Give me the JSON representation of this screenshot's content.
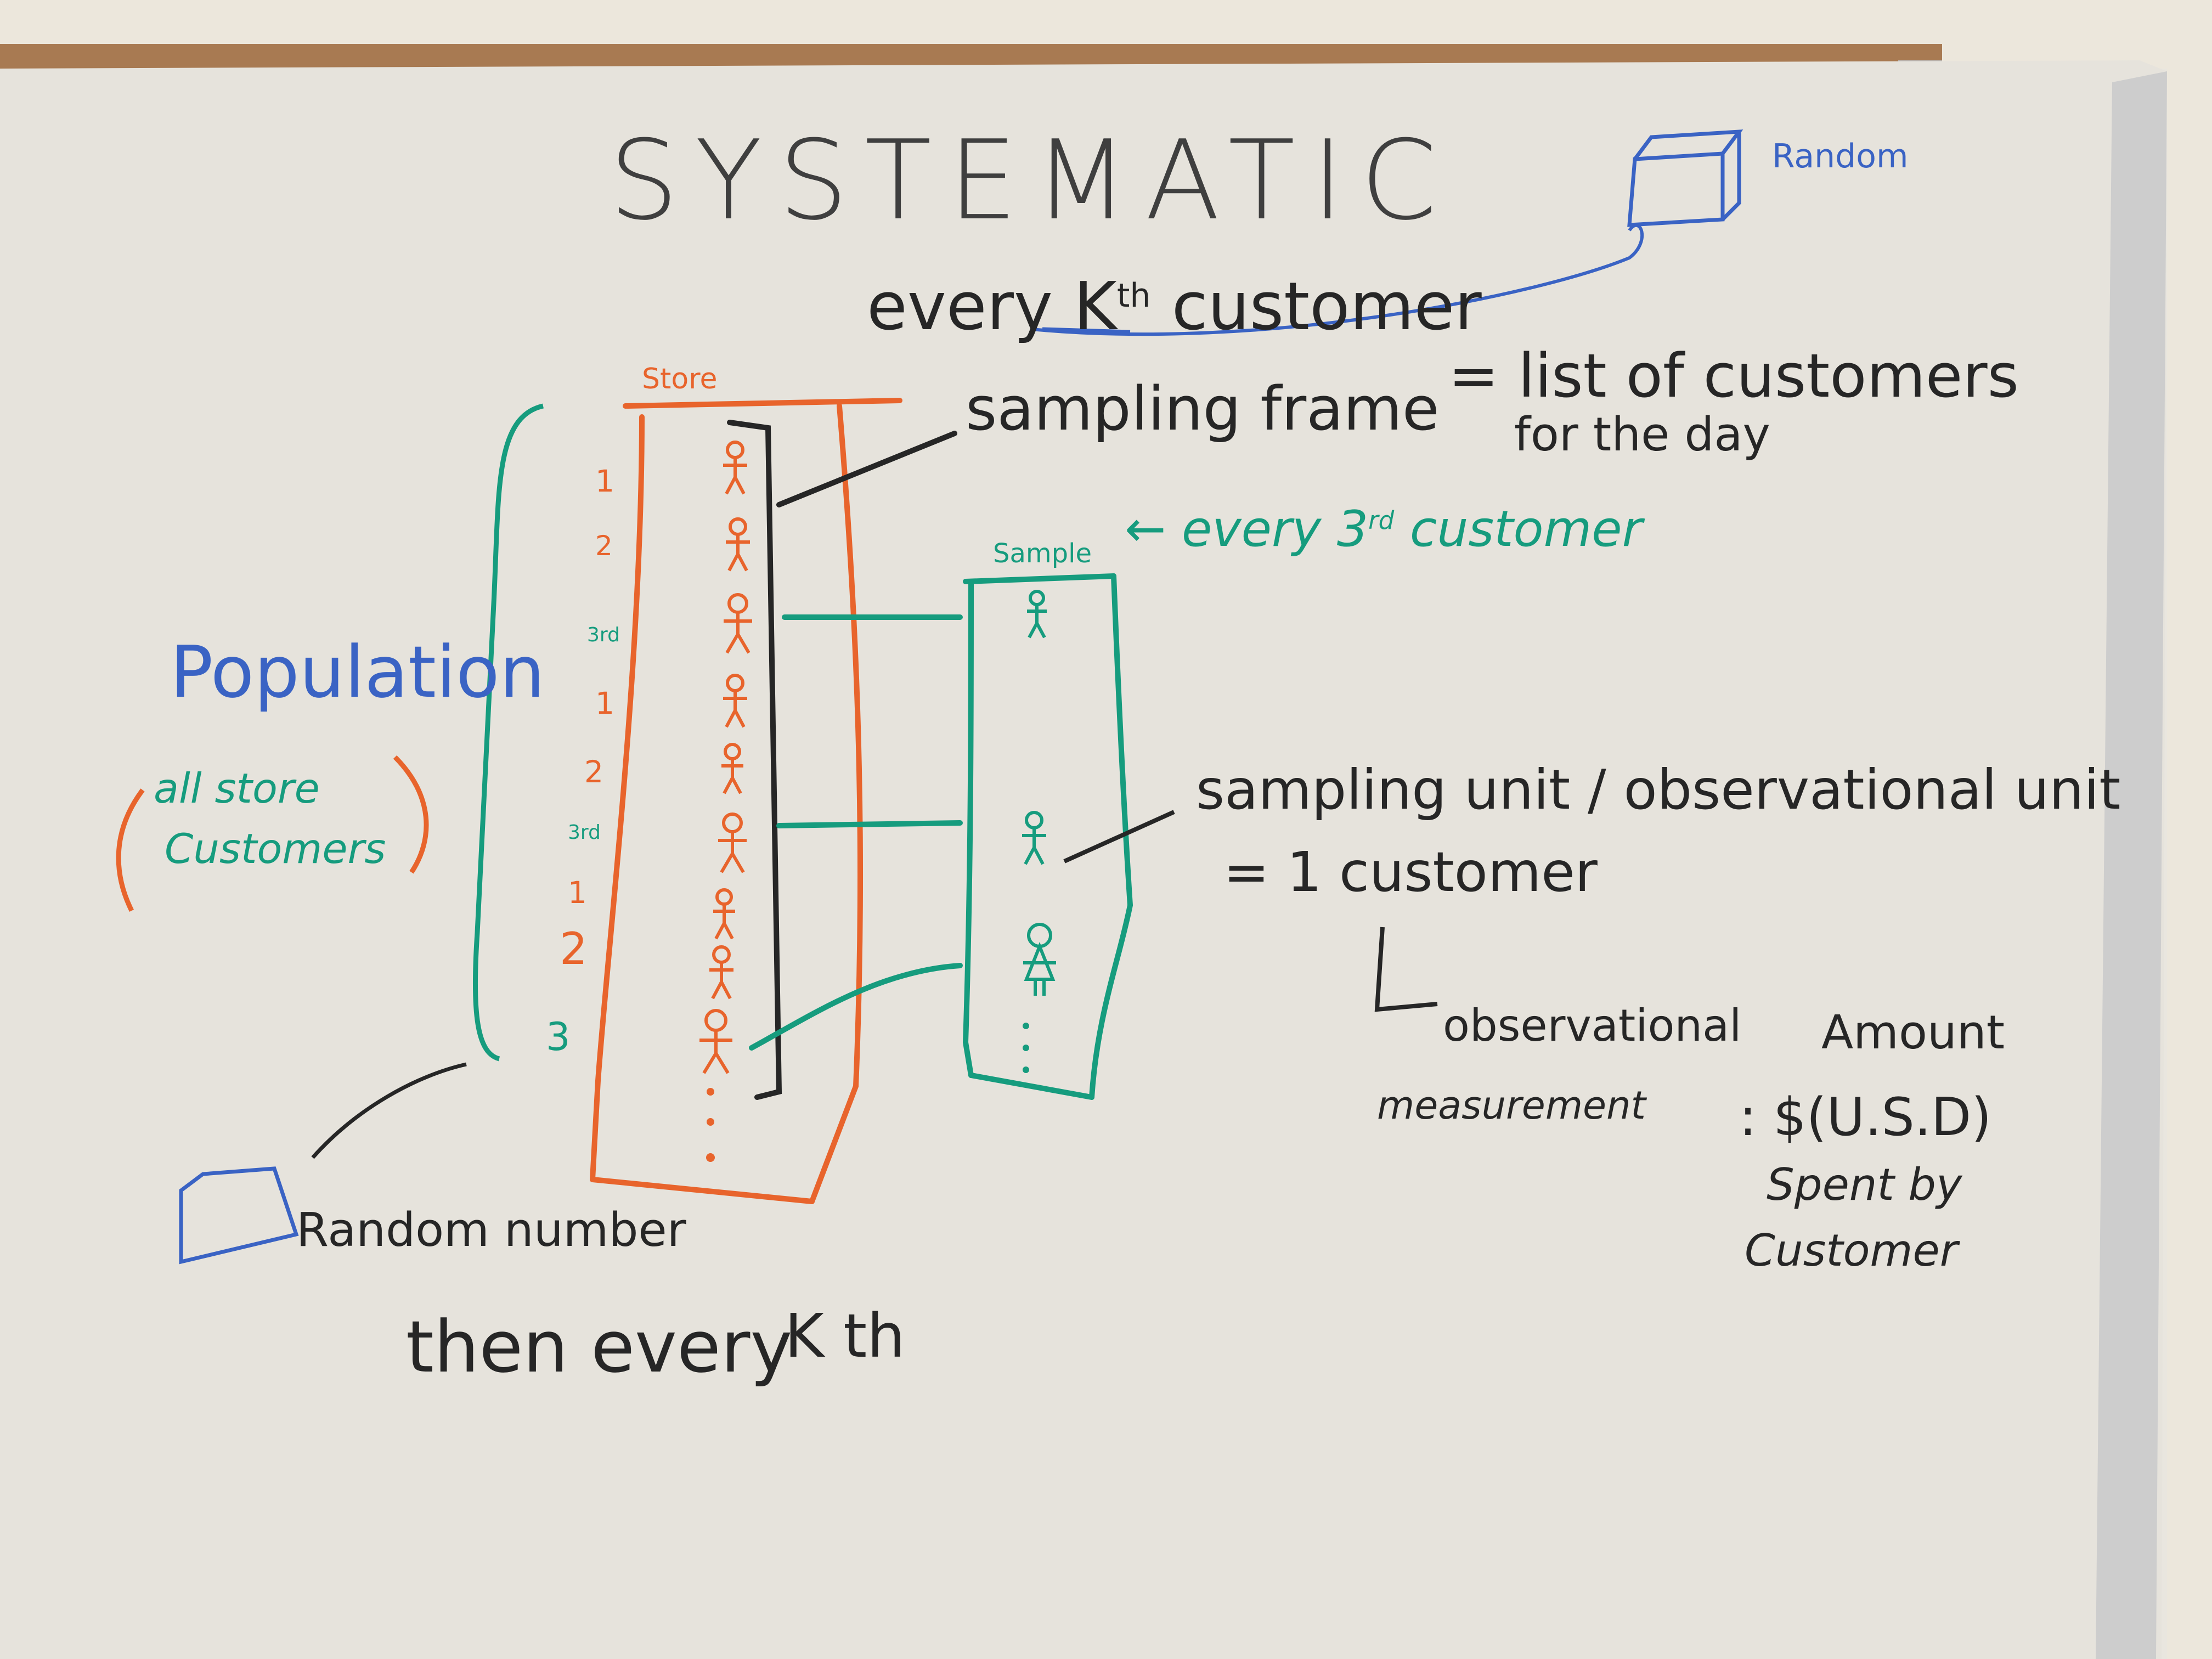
{
  "board": {
    "title": "SYSTEMATIC",
    "subtitle": "every K",
    "subtitle_sup": "th",
    "subtitle_end": "customer",
    "die_label_top": "Random",
    "store_label": "Store",
    "sampling_frame": "sampling frame",
    "frame_eq": "= list of customers",
    "frame_eq2": "for the day",
    "sample_label": "Sample",
    "every_third": "← every 3",
    "every_third_sup": "rd",
    "every_third_end": "customer",
    "population": "Population",
    "all_store": "all store",
    "customers_paren": "Customers",
    "unit_line1": "sampling unit / observational unit",
    "unit_line2": "= 1 customer",
    "obs_line": "observational",
    "amount": "Amount",
    "measurement": "measurement",
    "usd": ": $(U.S.D)",
    "spent_by": "Spent by",
    "customer_word": "Customer",
    "random_number": "Random number",
    "then_every": "then every",
    "k_th": "K th",
    "counts": [
      "1",
      "2",
      "3rd",
      "1",
      "2",
      "3rd",
      "1",
      "2",
      "3"
    ]
  },
  "colors": {
    "board": "#e9e6df",
    "frame_wood": "#a87a52",
    "aluminum": "#b9b9b9",
    "black_marker": "#262626",
    "orange_marker": "#e8642c",
    "green_marker": "#169c7e",
    "blue_marker": "#3a63c4"
  }
}
